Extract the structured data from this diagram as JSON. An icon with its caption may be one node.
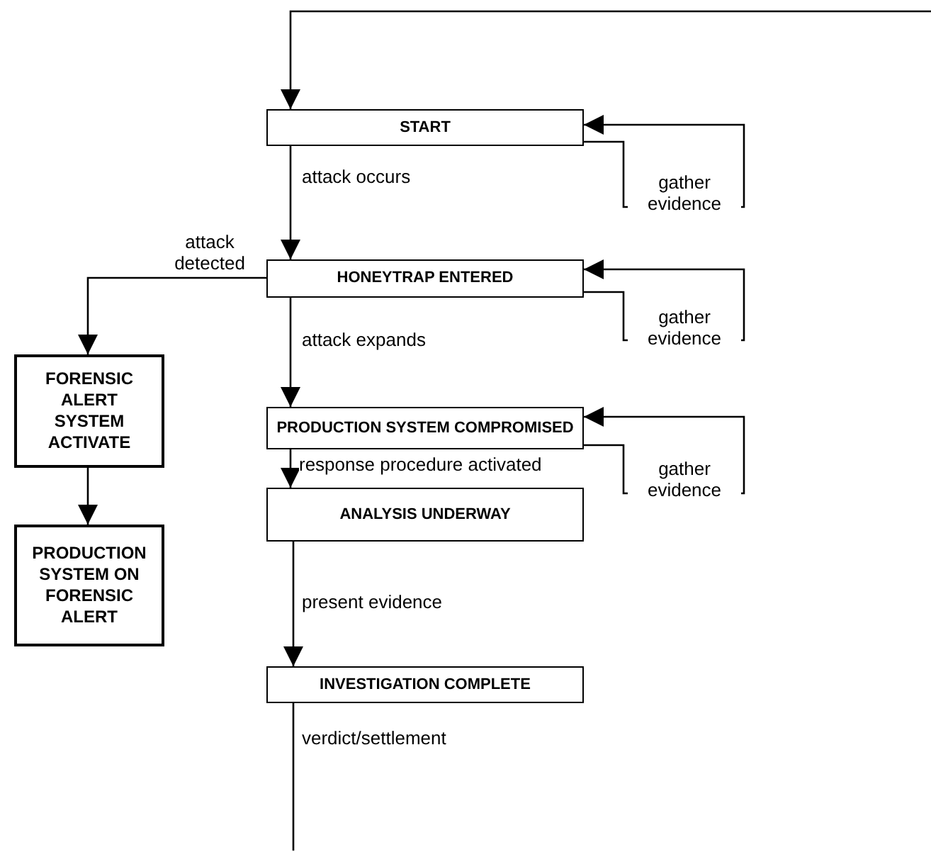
{
  "diagram": {
    "nodes": [
      {
        "text": [
          "START"
        ]
      },
      {
        "text": [
          "HONEYTRAP ENTERED"
        ]
      },
      {
        "text": [
          "PRODUCTION SYSTEM COMPROMISED"
        ]
      },
      {
        "text": [
          "ANALYSIS UNDERWAY"
        ]
      },
      {
        "text": [
          "INVESTIGATION COMPLETE"
        ]
      },
      {
        "text": [
          "FORENSIC ALERT SYSTEM ACTIVATE"
        ]
      },
      {
        "text": [
          "PRODUCTION SYSTEM ON FORENSIC ALERT"
        ]
      }
    ],
    "edges": [
      {
        "from": null,
        "to": 0,
        "arrow": "to"
      },
      {
        "from": 0,
        "to": 0,
        "label": "gather evidence",
        "arrow": "to"
      },
      {
        "from": 0,
        "to": 1,
        "label": "attack occurs",
        "arrow": "to"
      },
      {
        "from": 1,
        "to": 1,
        "label": "gather evidence",
        "arrow": "to"
      },
      {
        "from": 1,
        "to": 5,
        "label": "attack detected",
        "arrow": "to"
      },
      {
        "from": 1,
        "to": 2,
        "label": "attack expands",
        "arrow": "to"
      },
      {
        "from": 2,
        "to": 2,
        "label": "gather evidence",
        "arrow": "to"
      },
      {
        "from": 2,
        "to": 3,
        "label": "response procedure activated",
        "arrow": "to"
      },
      {
        "from": 5,
        "to": 6,
        "arrow": "to"
      },
      {
        "from": 3,
        "to": 4,
        "label": "present evidence",
        "arrow": "to"
      },
      {
        "from": 4,
        "to": null,
        "label": "verdict/settlement",
        "arrow": "none"
      }
    ]
  }
}
